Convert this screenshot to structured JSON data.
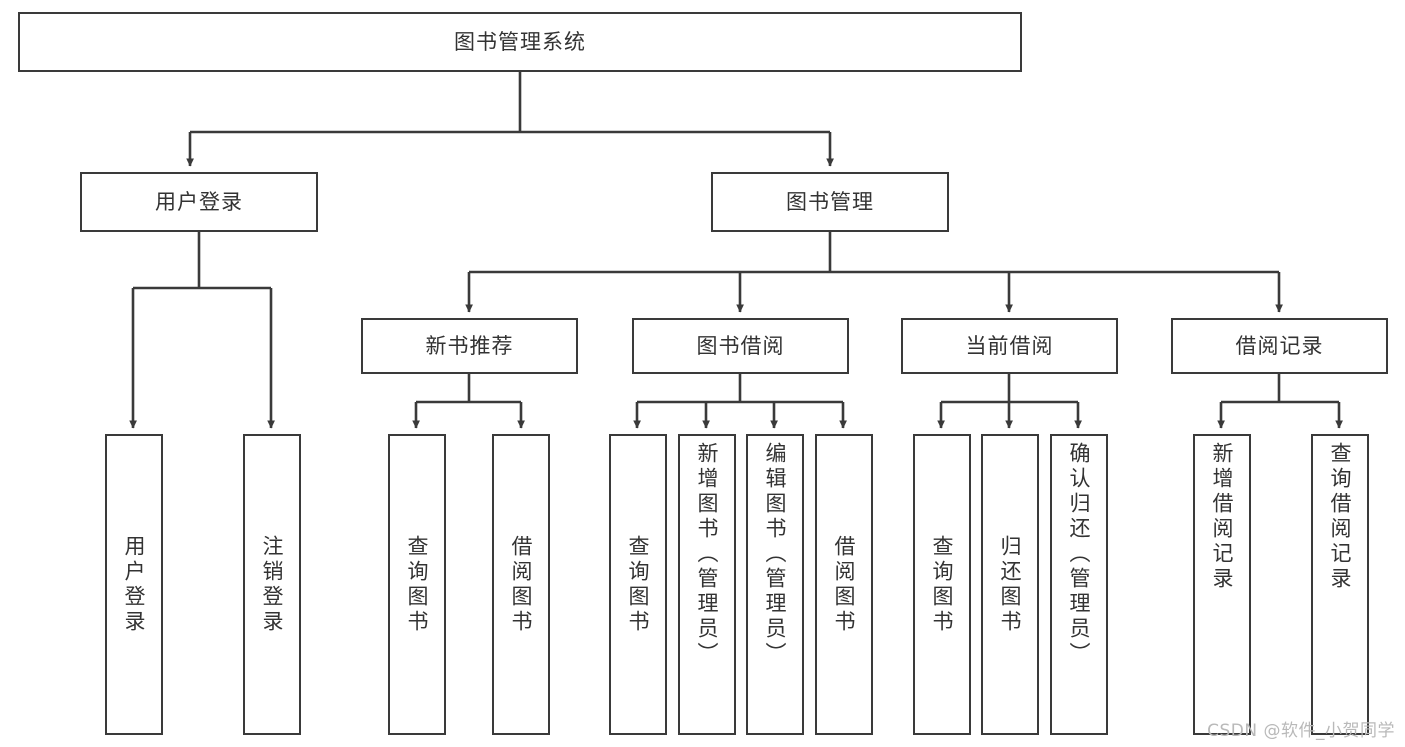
{
  "diagram": {
    "title": "图书管理系统",
    "watermark": "CSDN @软件_小贺同学",
    "colors": {
      "border": "#3a3a3a",
      "text": "#333333",
      "background": "#ffffff",
      "watermark": "#b9b9b9"
    },
    "root": {
      "label": "图书管理系统"
    },
    "level2": [
      {
        "label": "用户登录"
      },
      {
        "label": "图书管理"
      }
    ],
    "level3": [
      {
        "label": "新书推荐"
      },
      {
        "label": "图书借阅"
      },
      {
        "label": "当前借阅"
      },
      {
        "label": "借阅记录"
      }
    ],
    "leaves": [
      {
        "label": "用户登录",
        "parent": "用户登录"
      },
      {
        "label": "注销登录",
        "parent": "用户登录"
      },
      {
        "label": "查询图书",
        "parent": "新书推荐"
      },
      {
        "label": "借阅图书",
        "parent": "新书推荐"
      },
      {
        "label": "查询图书",
        "parent": "图书借阅"
      },
      {
        "label": "新增图书（管理员）",
        "parent": "图书借阅"
      },
      {
        "label": "编辑图书（管理员）",
        "parent": "图书借阅"
      },
      {
        "label": "借阅图书",
        "parent": "图书借阅"
      },
      {
        "label": "查询图书",
        "parent": "当前借阅"
      },
      {
        "label": "归还图书",
        "parent": "当前借阅"
      },
      {
        "label": "确认归还（管理员）",
        "parent": "当前借阅"
      },
      {
        "label": "新增借阅记录",
        "parent": "借阅记录"
      },
      {
        "label": "查询借阅记录",
        "parent": "借阅记录"
      }
    ]
  }
}
